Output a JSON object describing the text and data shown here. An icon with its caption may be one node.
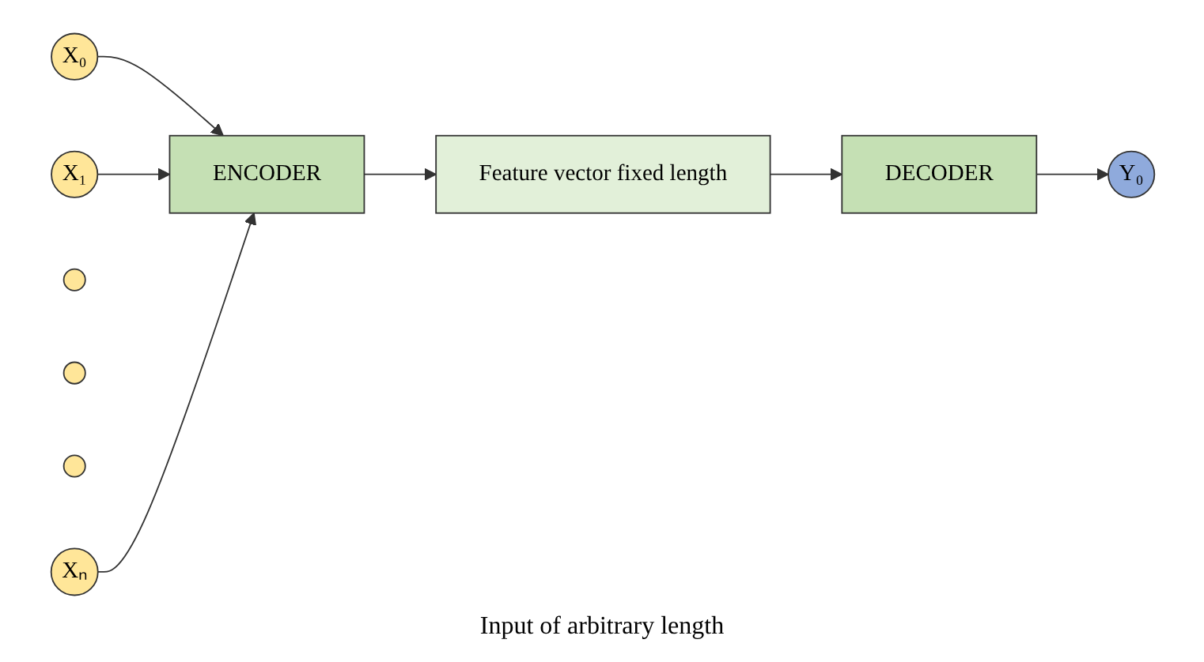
{
  "diagram": {
    "nodes": [
      {
        "text": [
          "Y₀"
        ]
      },
      {
        "text": [
          "ENCODER"
        ]
      },
      {
        "text": [
          "Feature vector fixed length"
        ]
      },
      {
        "text": [
          "DECODER"
        ]
      },
      {
        "text": [
          "X₀"
        ]
      },
      {
        "text": [
          "X₁"
        ]
      },
      {
        "text": [],
        "shape": "circle"
      },
      {
        "text": [],
        "shape": "circle"
      },
      {
        "text": [],
        "shape": "circle"
      },
      {
        "text": [
          "Xₙ"
        ]
      }
    ],
    "edges": [
      {
        "from": 4,
        "to": 1,
        "arrow": "to"
      },
      {
        "from": 5,
        "to": 1,
        "arrow": "to"
      },
      {
        "from": 9,
        "to": 1,
        "arrow": "to"
      },
      {
        "from": 1,
        "to": 2,
        "arrow": "to"
      },
      {
        "from": 2,
        "to": 3,
        "arrow": "to"
      },
      {
        "from": 3,
        "to": 0,
        "arrow": "to"
      }
    ],
    "labels": [
      "Input of arbitrary length"
    ]
  }
}
